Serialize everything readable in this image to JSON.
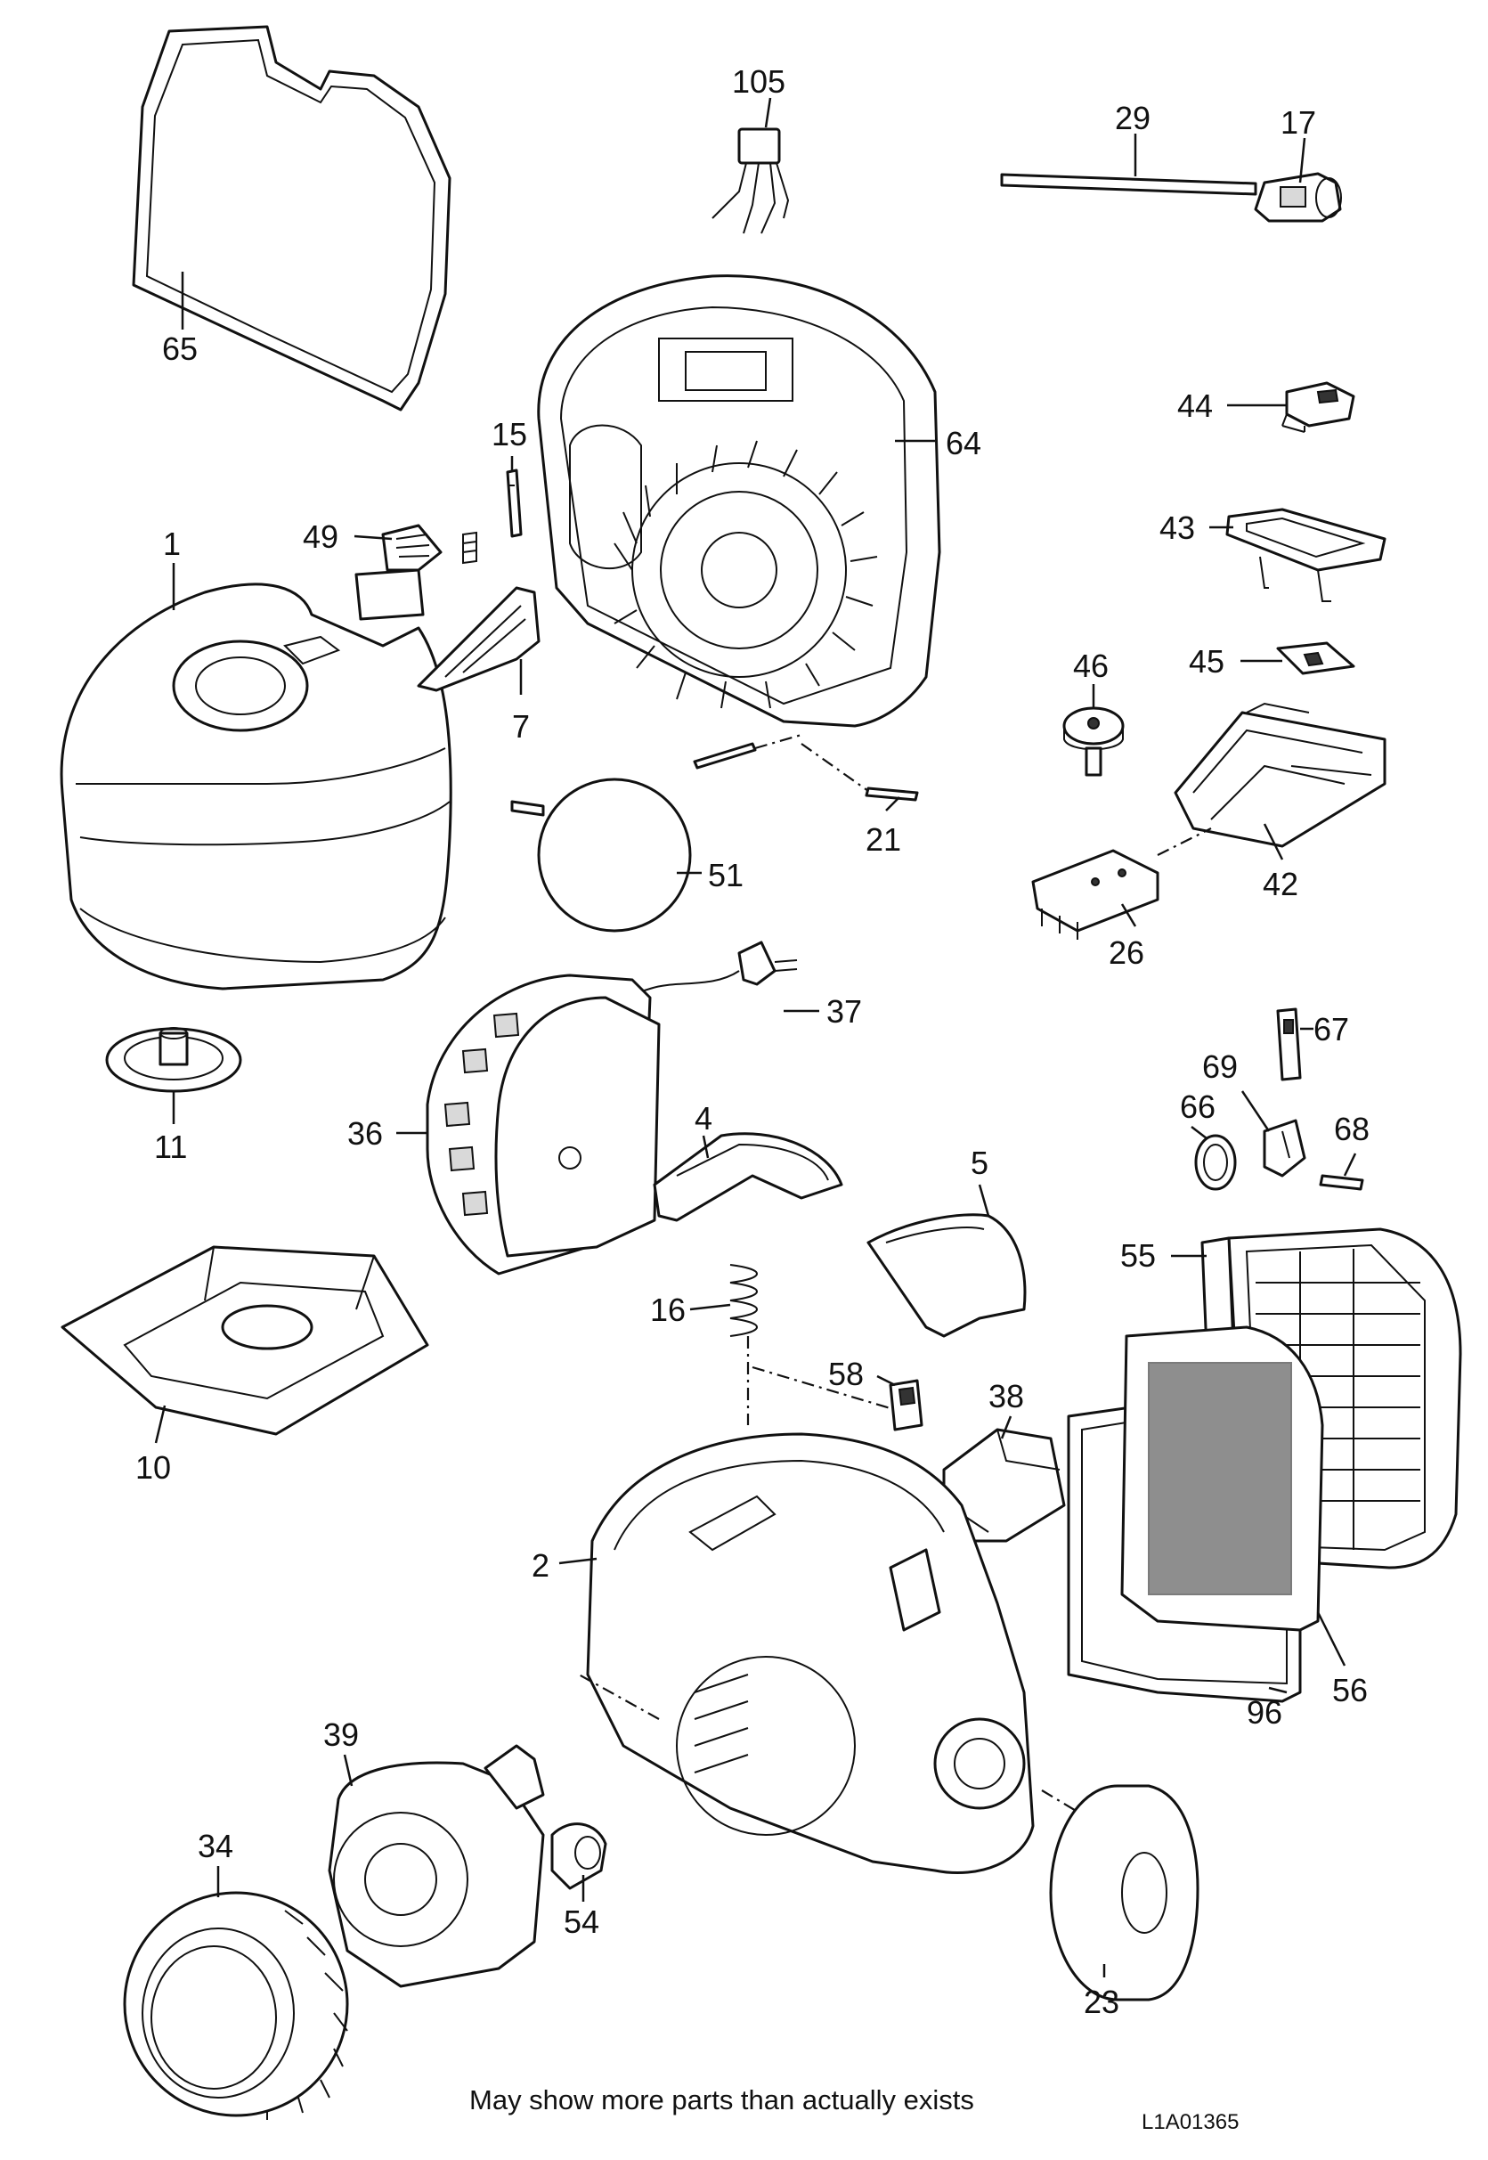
{
  "diagram": {
    "title": "",
    "footnote": "May show more parts than actually exists",
    "reference_code": "L1A01365"
  },
  "parts": [
    {
      "id": "p105",
      "label": "105"
    },
    {
      "id": "p29",
      "label": "29"
    },
    {
      "id": "p17",
      "label": "17"
    },
    {
      "id": "p65",
      "label": "65"
    },
    {
      "id": "p64",
      "label": "64"
    },
    {
      "id": "p44",
      "label": "44"
    },
    {
      "id": "p15",
      "label": "15"
    },
    {
      "id": "p49",
      "label": "49"
    },
    {
      "id": "p43",
      "label": "43"
    },
    {
      "id": "p1",
      "label": "1"
    },
    {
      "id": "p46",
      "label": "46"
    },
    {
      "id": "p45",
      "label": "45"
    },
    {
      "id": "p7",
      "label": "7"
    },
    {
      "id": "p21",
      "label": "21"
    },
    {
      "id": "p51",
      "label": "51"
    },
    {
      "id": "p42",
      "label": "42"
    },
    {
      "id": "p26",
      "label": "26"
    },
    {
      "id": "p37",
      "label": "37"
    },
    {
      "id": "p67",
      "label": "67"
    },
    {
      "id": "p69",
      "label": "69"
    },
    {
      "id": "p11",
      "label": "11"
    },
    {
      "id": "p36",
      "label": "36"
    },
    {
      "id": "p4",
      "label": "4"
    },
    {
      "id": "p66",
      "label": "66"
    },
    {
      "id": "p68",
      "label": "68"
    },
    {
      "id": "p5",
      "label": "5"
    },
    {
      "id": "p55",
      "label": "55"
    },
    {
      "id": "p16",
      "label": "16"
    },
    {
      "id": "p58",
      "label": "58"
    },
    {
      "id": "p38",
      "label": "38"
    },
    {
      "id": "p10",
      "label": "10"
    },
    {
      "id": "p2",
      "label": "2"
    },
    {
      "id": "p56",
      "label": "56"
    },
    {
      "id": "p96",
      "label": "96"
    },
    {
      "id": "p39",
      "label": "39"
    },
    {
      "id": "p34",
      "label": "34"
    },
    {
      "id": "p54",
      "label": "54"
    },
    {
      "id": "p23",
      "label": "23"
    }
  ]
}
